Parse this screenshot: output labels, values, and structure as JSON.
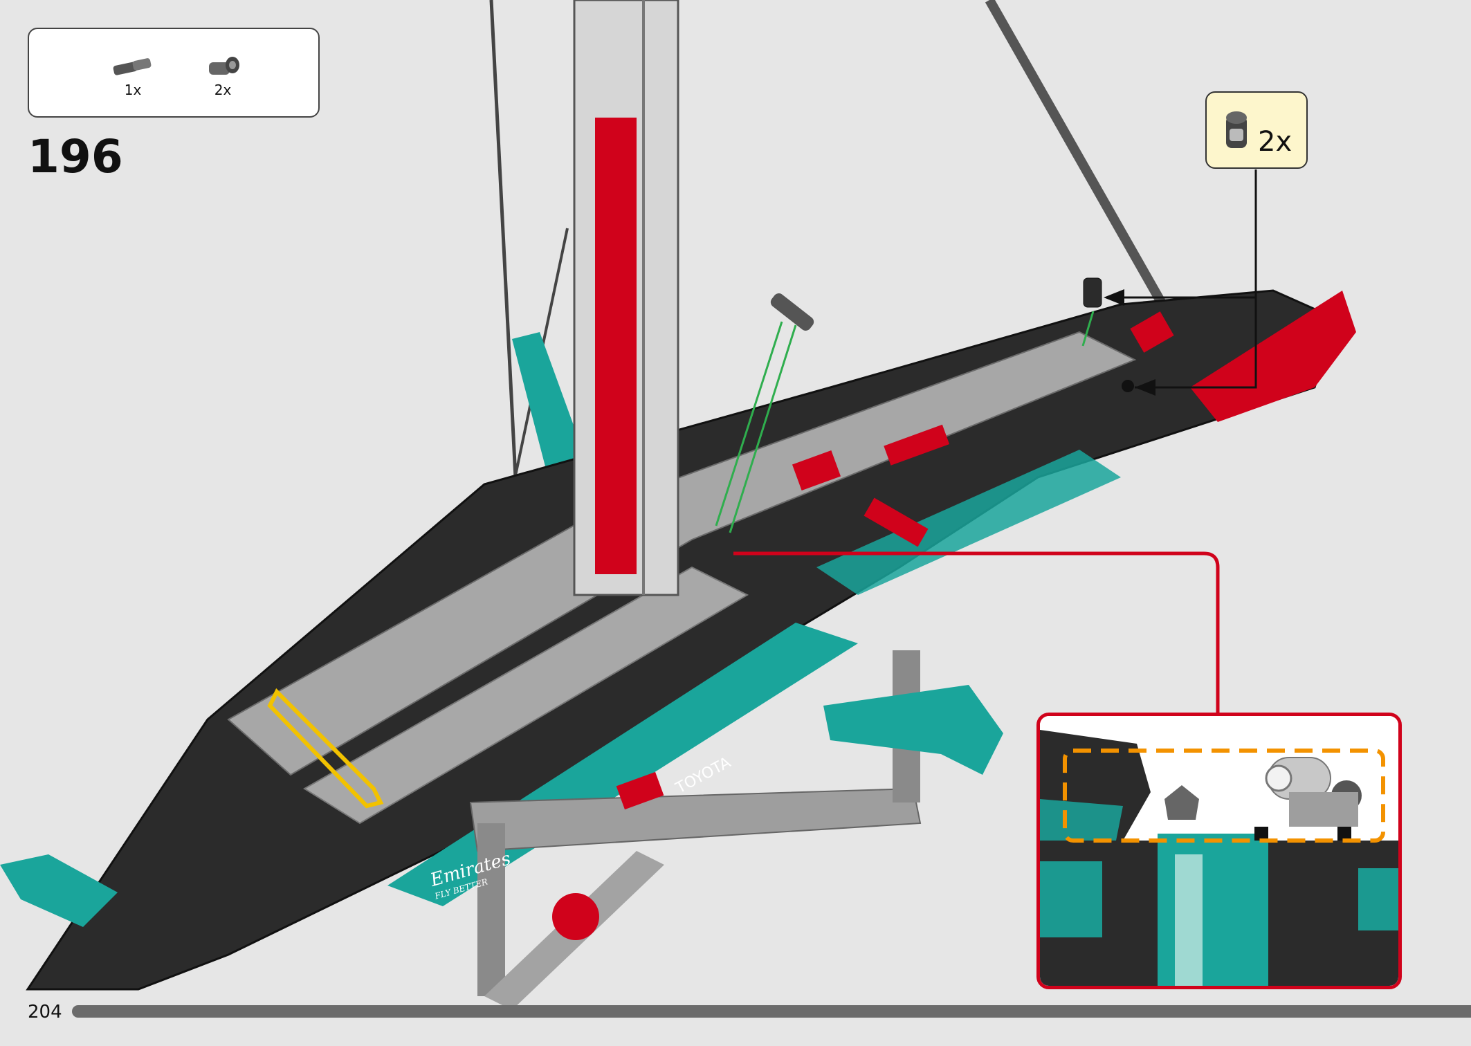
{
  "parts_list": {
    "items": [
      {
        "part": "axle-pin-with-friction",
        "quantity": "1x"
      },
      {
        "part": "bush-pin",
        "quantity": "2x"
      }
    ]
  },
  "step": {
    "number": "196"
  },
  "callout": {
    "quantity": "2x",
    "part": "bush-pin"
  },
  "model_decals": {
    "sponsor_1": "Emirates",
    "sponsor_1_tagline": "FLY BETTER",
    "sponsor_2": "TOYOTA"
  },
  "page": {
    "number": "204"
  },
  "colors": {
    "accent_red": "#d0021b",
    "teal": "#1aa59b",
    "dark": "#2b2b2b",
    "callout_bg": "#fdf6cc",
    "highlight_orange": "#f39200"
  }
}
